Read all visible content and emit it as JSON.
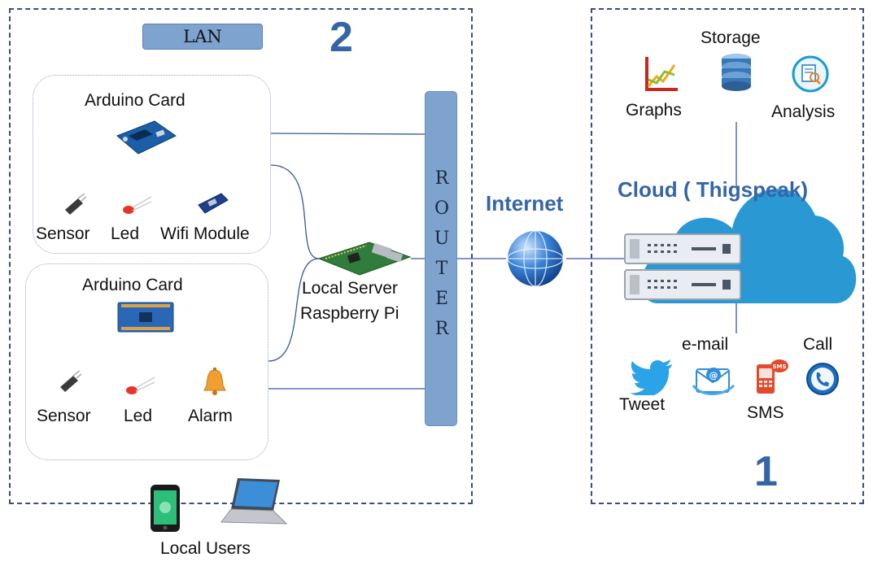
{
  "lan": {
    "tag": "LAN",
    "number": "2",
    "card1": {
      "title": "Arduino Card",
      "items": [
        "Sensor",
        "Led",
        "Wifi Module"
      ]
    },
    "card2": {
      "title": "Arduino Card",
      "items": [
        "Sensor",
        "Led",
        "Alarm"
      ]
    },
    "server": {
      "line1": "Local Server",
      "line2": "Raspberry Pi"
    },
    "router": [
      "R",
      "O",
      "U",
      "T",
      "E",
      "R"
    ],
    "local_users": "Local Users"
  },
  "internet": "Internet",
  "cloud": {
    "number": "1",
    "title": "Cloud ( Thigspeak)",
    "storage": "Storage",
    "graphs": "Graphs",
    "analysis": "Analysis",
    "email": "e-mail",
    "call": "Call",
    "tweet": "Tweet",
    "sms": "SMS",
    "sms_badge": "SMS"
  },
  "colors": {
    "zone_border": "#3a4a8c",
    "router_fill": "#7ea3cf",
    "cloud_fill": "#2a98d3",
    "accent_text": "#3565a8"
  },
  "icons": [
    "arduino-board-icon",
    "sensor-icon",
    "led-icon",
    "wifi-module-icon",
    "shield-board-icon",
    "alarm-bell-icon",
    "raspberry-pi-icon",
    "globe-icon",
    "server-icon",
    "cloud-icon",
    "graph-icon",
    "database-icon",
    "analysis-icon",
    "twitter-icon",
    "email-icon",
    "sms-phone-icon",
    "call-icon",
    "smartphone-icon",
    "laptop-icon"
  ]
}
